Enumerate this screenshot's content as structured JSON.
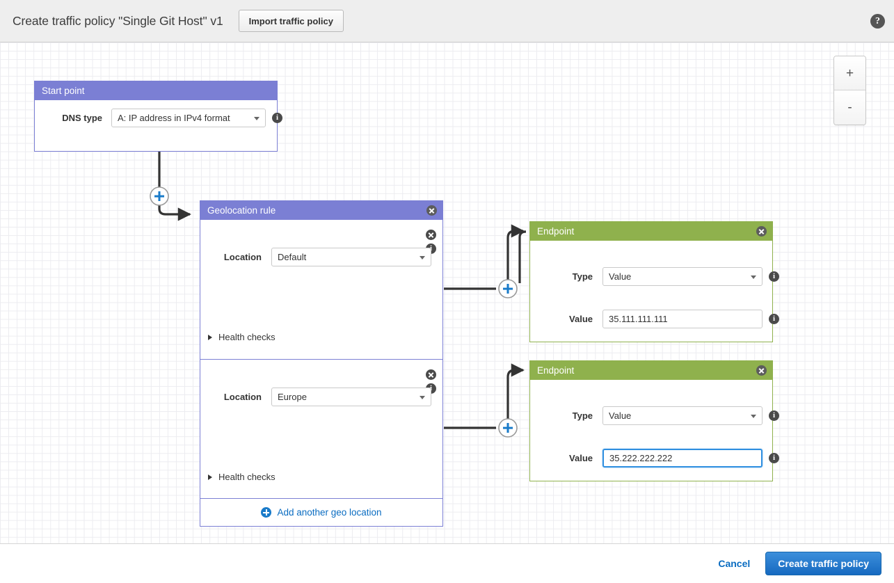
{
  "header": {
    "title": "Create traffic policy \"Single Git Host\" v1",
    "import_button": "Import traffic policy",
    "help_icon": "help-icon"
  },
  "canvas": {
    "zoom_in": "+",
    "zoom_out": "-"
  },
  "start_point": {
    "title": "Start point",
    "dns_type_label": "DNS type",
    "dns_type_value": "A: IP address in IPv4 format"
  },
  "geolocation_rule": {
    "title": "Geolocation rule",
    "sections": [
      {
        "location_label": "Location",
        "location_value": "Default",
        "health_checks_label": "Health checks"
      },
      {
        "location_label": "Location",
        "location_value": "Europe",
        "health_checks_label": "Health checks"
      }
    ],
    "add_location_label": "Add another geo location"
  },
  "endpoints": [
    {
      "title": "Endpoint",
      "type_label": "Type",
      "type_value": "Value",
      "value_label": "Value",
      "value_value": "35.111.111.111",
      "focused": false
    },
    {
      "title": "Endpoint",
      "type_label": "Type",
      "type_value": "Value",
      "value_label": "Value",
      "value_value": "35.222.222.222",
      "focused": true
    }
  ],
  "footer": {
    "cancel_label": "Cancel",
    "submit_label": "Create traffic policy"
  },
  "colors": {
    "rule_header": "#7b7fd4",
    "endpoint_header": "#8fb14d",
    "primary_button": "#1669c0",
    "link": "#0a6cc1",
    "focus_border": "#2f8fe0"
  }
}
